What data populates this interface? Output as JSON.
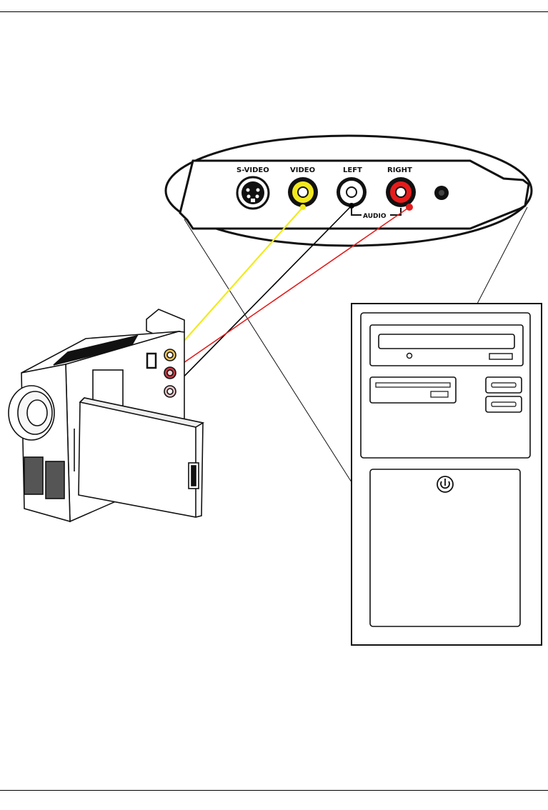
{
  "ports": {
    "svideo_label": "S-VIDEO",
    "video_label": "VIDEO",
    "left_label": "LEFT",
    "right_label": "RIGHT",
    "audio_label": "AUDIO"
  },
  "colors": {
    "video_cable": "#f2ea1a",
    "audio_left_cable": "#000000",
    "audio_right_cable": "#e21d1d",
    "video_jack": "#f2e81e",
    "right_jack": "#e61c1c",
    "left_jack": "#ffffff",
    "outline": "#111111"
  }
}
